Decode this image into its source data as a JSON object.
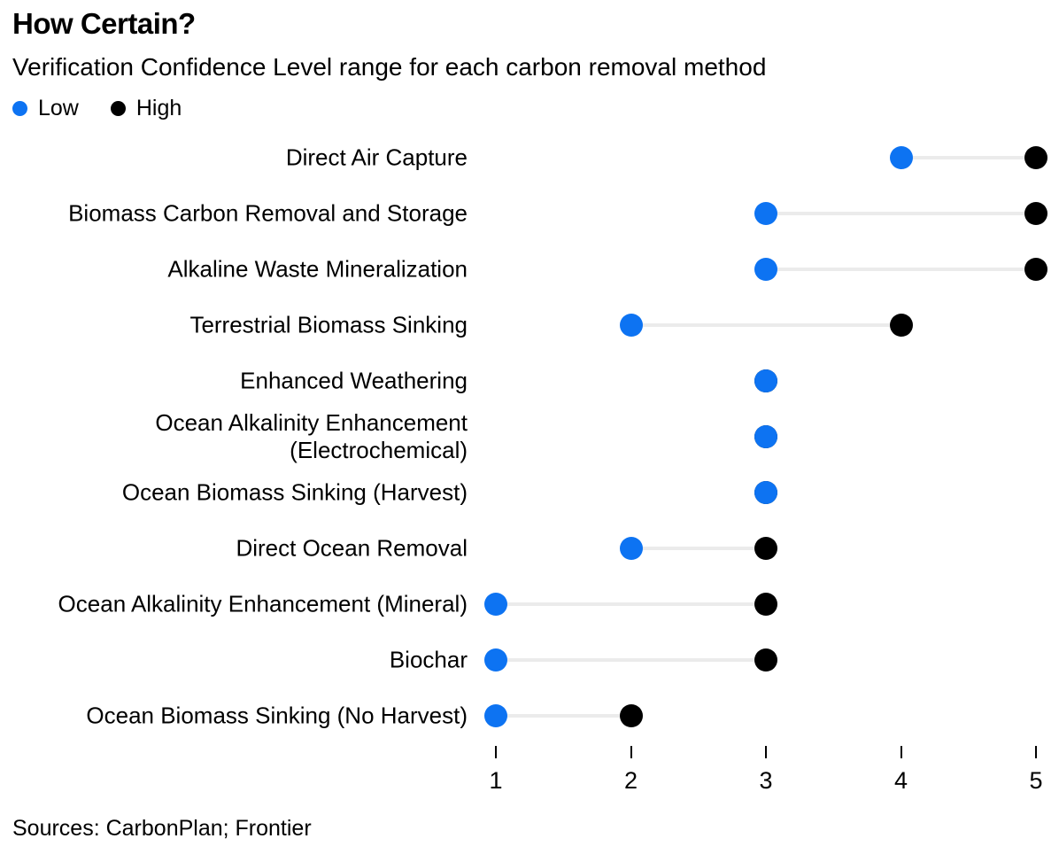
{
  "header": {
    "title": "How Certain?",
    "subtitle": "Verification Confidence Level range for each carbon removal method"
  },
  "legend": {
    "items": [
      {
        "label": "Low",
        "color": "#0d73f2"
      },
      {
        "label": "High",
        "color": "#000000"
      }
    ]
  },
  "colors": {
    "low_dot": "#0d73f2",
    "high_dot": "#000000",
    "connector": "#ebebeb",
    "text": "#000000"
  },
  "footer": {
    "sources": "Sources: CarbonPlan; Frontier"
  },
  "chart_data": {
    "type": "scatter",
    "subtype": "dumbbell-range",
    "orientation": "horizontal",
    "title": "How Certain?",
    "subtitle": "Verification Confidence Level range for each carbon removal method",
    "xlabel": "",
    "ylabel": "",
    "xlim": [
      1,
      5
    ],
    "x_ticks": [
      "1",
      "2",
      "3",
      "4",
      "5"
    ],
    "grid": false,
    "legend_position": "top-left",
    "categories": [
      "Direct Air Capture",
      "Biomass Carbon Removal and Storage",
      "Alkaline Waste Mineralization",
      "Terrestrial Biomass Sinking",
      "Enhanced Weathering",
      "Ocean Alkalinity Enhancement\n(Electrochemical)",
      "Ocean Biomass Sinking (Harvest)",
      "Direct Ocean Removal",
      "Ocean Alkalinity Enhancement (Mineral)",
      "Biochar",
      "Ocean Biomass Sinking (No Harvest)"
    ],
    "series": [
      {
        "name": "Low",
        "color": "#0d73f2",
        "values": [
          4,
          3,
          3,
          2,
          3,
          3,
          3,
          2,
          1,
          1,
          1
        ]
      },
      {
        "name": "High",
        "color": "#000000",
        "values": [
          5,
          5,
          5,
          4,
          3,
          3,
          3,
          3,
          3,
          3,
          2
        ]
      }
    ]
  }
}
